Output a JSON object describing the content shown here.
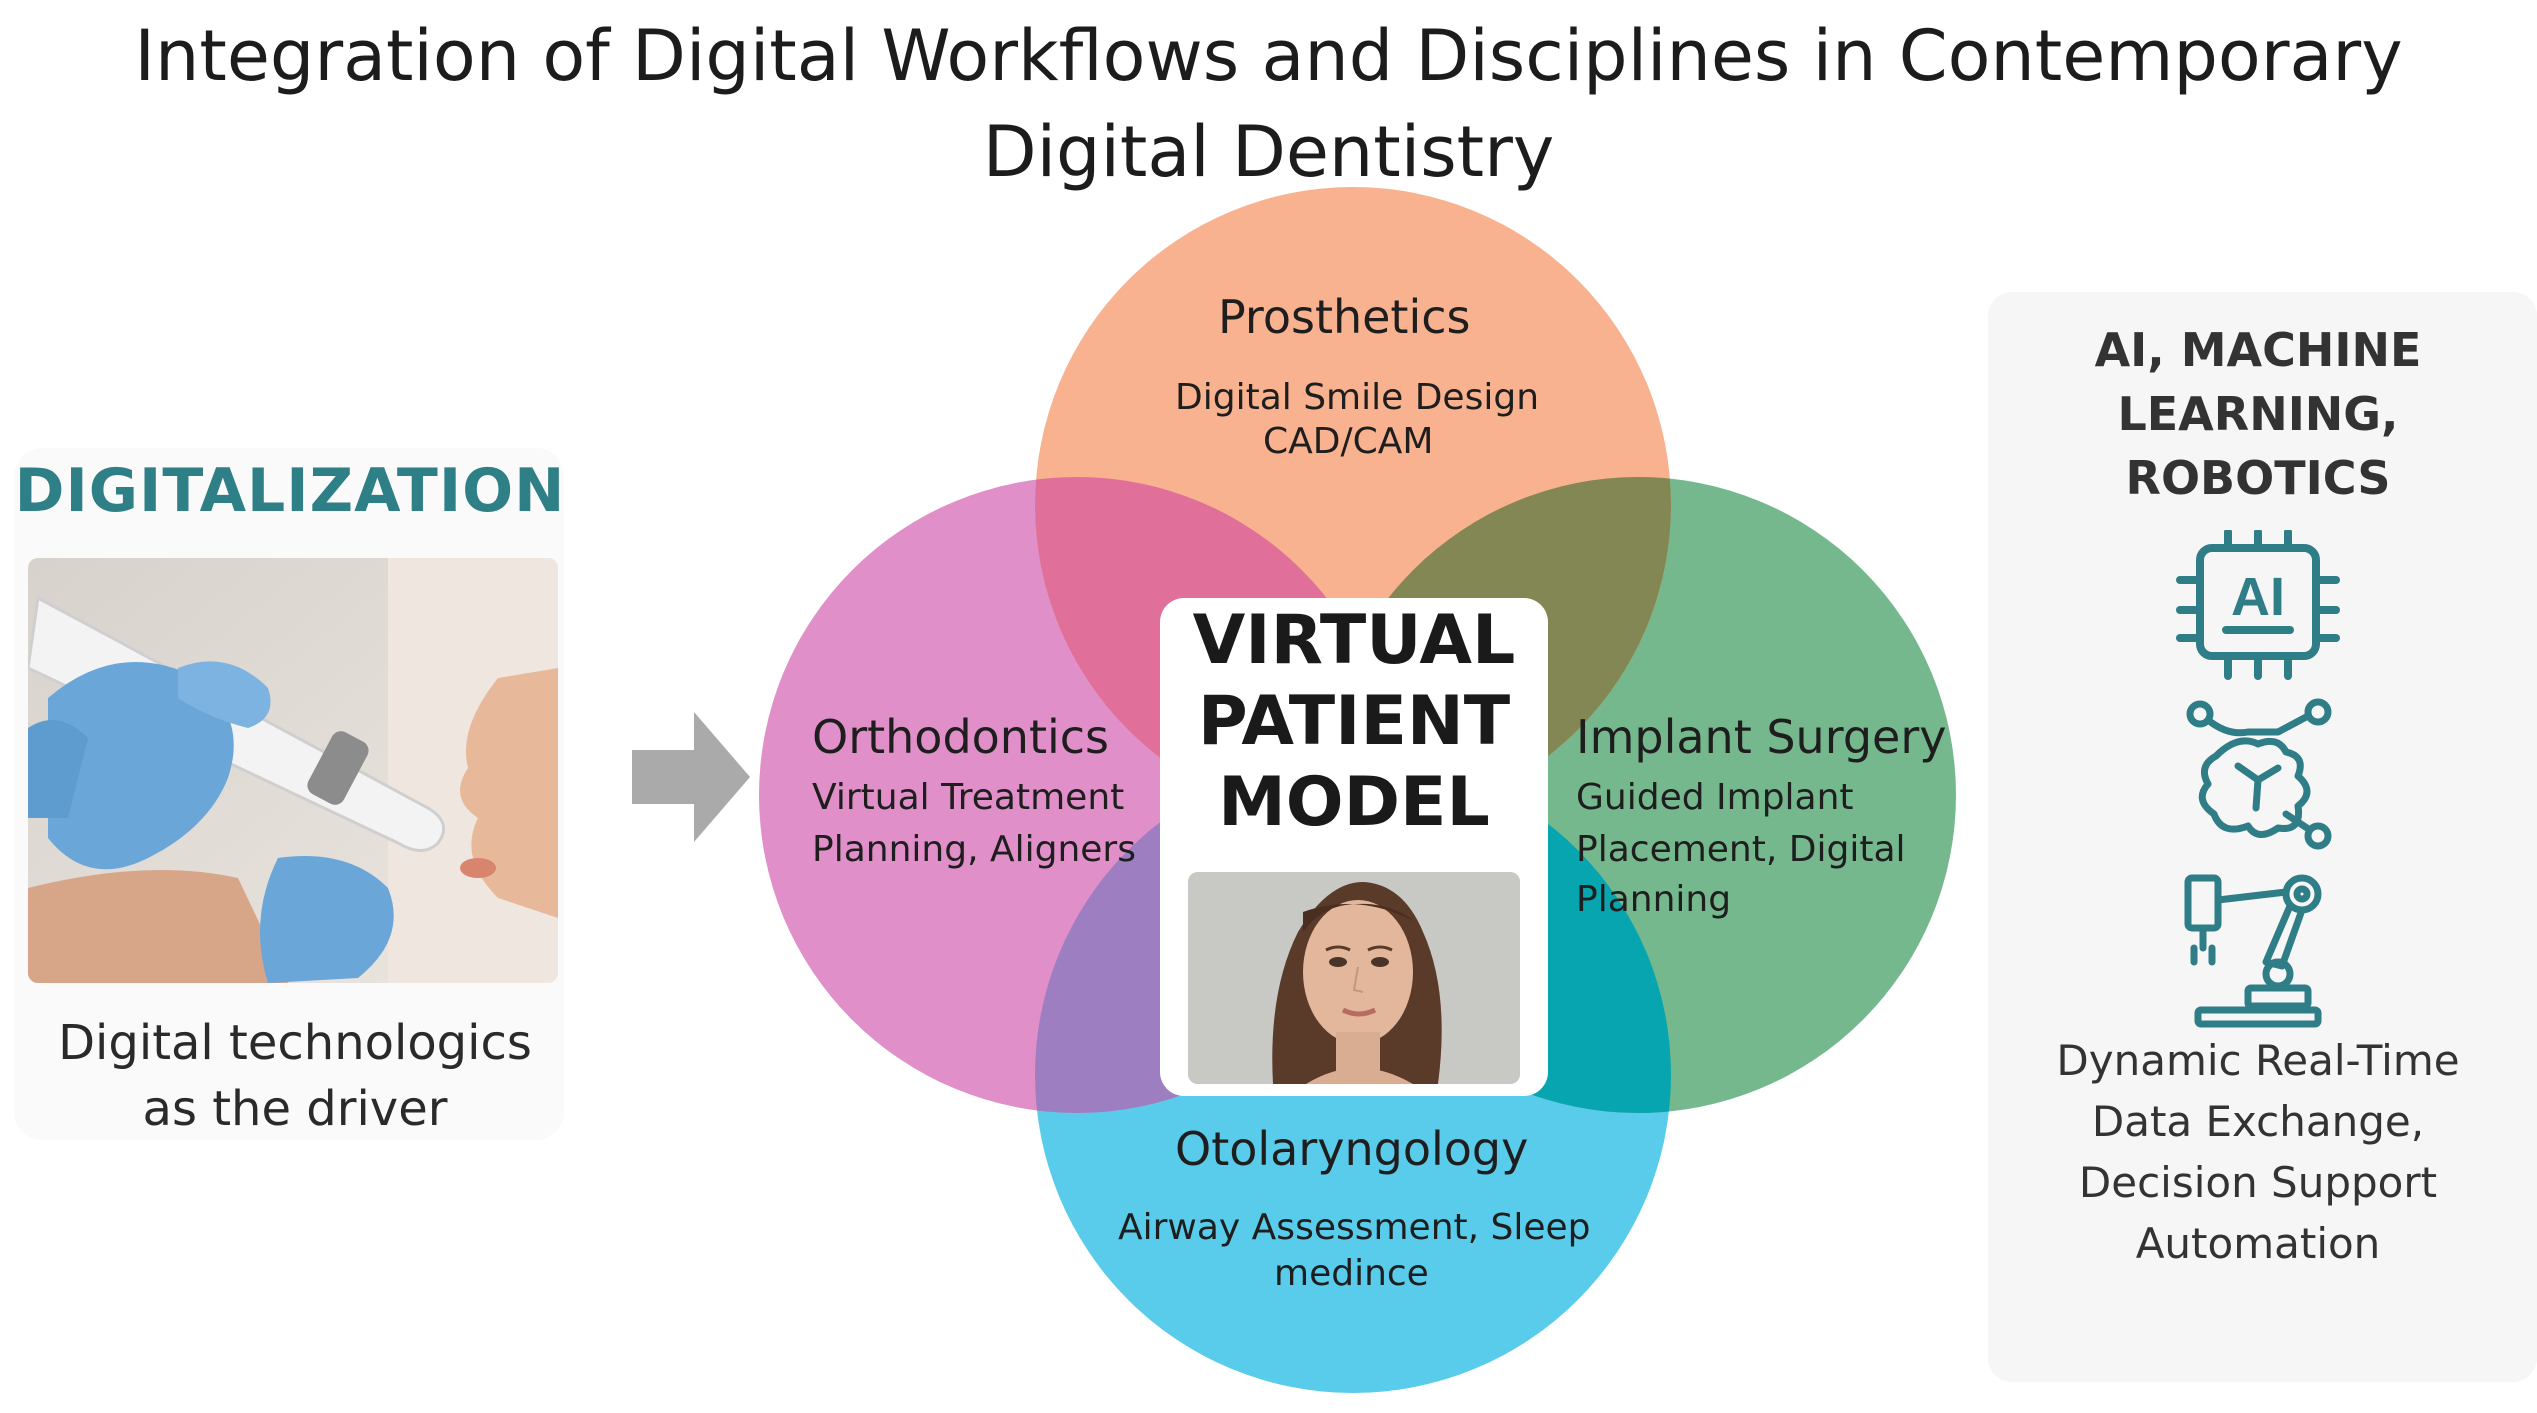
{
  "title": {
    "line1": "Integration of Digital Workflows and Disciplines in Contemporary",
    "line2": "Digital Dentistry"
  },
  "left_panel": {
    "heading": "DIGITALIZATION",
    "caption_line1": "Digital technologics",
    "caption_line2": "as the driver"
  },
  "venn": {
    "prosthetics": {
      "title": "Prosthetics",
      "line1": "Digital Smile Design",
      "line2": "CAD/CAM",
      "color": "#F8B28F"
    },
    "orthodontics": {
      "title": "Orthodontics",
      "line1": "Virtual Treatment",
      "line2": "Planning, Aligners",
      "color": "#E08FC9"
    },
    "implant_surgery": {
      "title": "Implant Surgery",
      "line1": "Guided Implant",
      "line2": "Placement, Digital",
      "line3": "Planning",
      "color": "#76B88E"
    },
    "otolaryngology": {
      "title": "Otolaryngology",
      "line1": "Airway Assessment, Sleep",
      "line2": "medince",
      "color": "#5ACCEB"
    },
    "overlap_colors": {
      "prosthetics_orthodontics": "#E0709A",
      "prosthetics_implant": "#828754",
      "orthodontics_otolaryngology": "#9C7EC1",
      "implant_otolaryngology": "#07A5AF"
    }
  },
  "center": {
    "line1": "VIRTUAL",
    "line2": "PATIENT",
    "line3": "MODEL"
  },
  "right_panel": {
    "heading_line1": "AI, MACHINE",
    "heading_line2": "LEARNING,",
    "heading_line3": "ROBOTICS",
    "ai_chip_label": "AI",
    "caption_line1": "Dynamic Real-Time",
    "caption_line2": "Data Exchange,",
    "caption_line3": "Decision Support",
    "caption_line4": "Automation",
    "icon_color": "#2F7D86"
  },
  "icons": {
    "ai_chip": "ai-chip-icon",
    "neural_brain": "neural-brain-icon",
    "robot_arm": "robot-arm-icon",
    "arrows": "arrow-right-icon"
  },
  "arrow_color": "#A9AAA9"
}
